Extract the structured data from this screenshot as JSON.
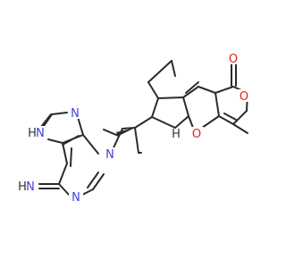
{
  "colors": {
    "bond": "#2b2b2b",
    "nitrogen": "#3f3fe0",
    "oxygen": "#e01e1e",
    "hydrogen": "#333333"
  },
  "atoms": {
    "imine_n": "N",
    "imine_h": "H",
    "pyrrole_n": "N",
    "pyrrole_h": "H",
    "imid_n": "N",
    "pyrim_n_bottom": "N",
    "pyrim_n_link": "N",
    "carbonyl_o": "O",
    "lactone_o": "O",
    "ether_o": "O",
    "stereo_h": "H"
  }
}
